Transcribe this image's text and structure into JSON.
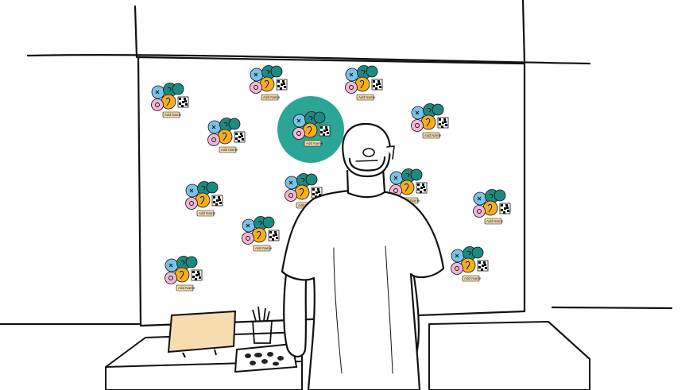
{
  "scene": {
    "clusters": [
      {
        "label": "Add Name"
      },
      {
        "label": "Add Name"
      },
      {
        "label": "Add Name"
      },
      {
        "label": "Add Name"
      },
      {
        "label": "Add Name"
      },
      {
        "label": "Add Name"
      },
      {
        "label": "Add Name"
      },
      {
        "label": "Add Name"
      },
      {
        "label": "Add Name"
      },
      {
        "label": "Add Name"
      },
      {
        "label": "Add Name"
      },
      {
        "label": "Add Name"
      },
      {
        "label": "Add Name"
      },
      {
        "label": "Add Name"
      }
    ],
    "colors": {
      "teal": "#1c8a80",
      "teal_highlight": "#2aa596",
      "blue": "#78c3e8",
      "orange": "#f5ae1f",
      "pink": "#f2b6d6",
      "note": "#f6dcae",
      "ink": "#111111"
    }
  }
}
